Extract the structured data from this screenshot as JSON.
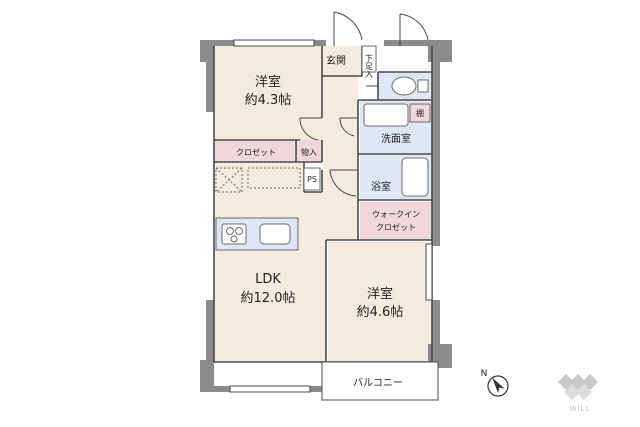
{
  "rooms": {
    "western_room_north": {
      "name": "洋室",
      "size": "約4.3帖"
    },
    "ldk": {
      "name": "LDK",
      "size": "約12.0帖"
    },
    "western_room_south": {
      "name": "洋室",
      "size": "約4.6帖"
    }
  },
  "labels": {
    "entrance": "玄関",
    "shoe_storage": "下足入",
    "closet": "クロゼット",
    "storage": "物入",
    "pipe_space": "PS",
    "washroom": "洗面室",
    "bathroom": "浴室",
    "walk_in_closet_line1": "ウォークイン",
    "walk_in_closet_line2": "クロゼット",
    "shelf": "棚",
    "balcony": "バルコニー"
  },
  "compass": {
    "letter": "N"
  },
  "logo": {
    "text": "WILL"
  },
  "colors": {
    "floor": "#f3ebdf",
    "closet_fill": "#f0d7dc",
    "wet_area": "#dfe7f3",
    "wall": "#8b8b8b",
    "line": "#4a4a4a"
  }
}
